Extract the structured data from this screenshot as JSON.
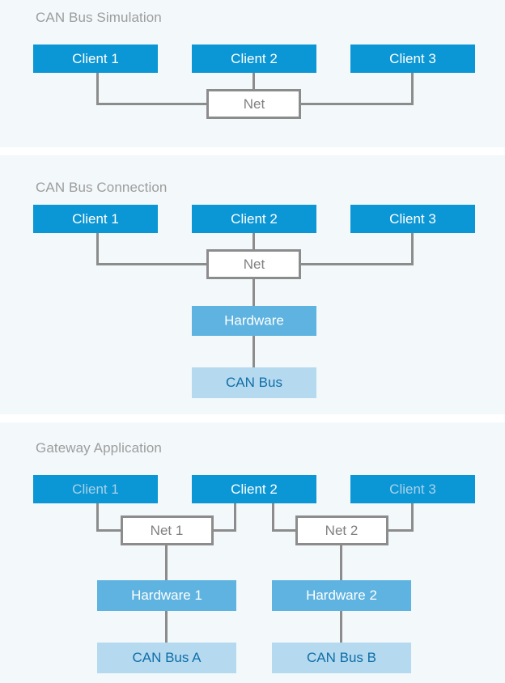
{
  "colors": {
    "panel_background": "#f3f8fb",
    "page_background": "#ffffff",
    "client_blue": "#0b96d5",
    "hardware_blue": "#5fb3e0",
    "canbus_blue": "#b5d9ef",
    "connector_gray": "#8c8c8c",
    "net_fill": "#ffffff",
    "net_border": "#8c8c8c",
    "title_gray": "#9d9d9d",
    "label_white": "#ffffff",
    "label_dimmed": "#a9d2e9",
    "label_net_gray": "#808080",
    "label_canbus": "#0f6fa8"
  },
  "panels": [
    {
      "id": "can-bus-simulation",
      "title": "CAN Bus Simulation",
      "nodes": {
        "client1": "Client 1",
        "client2": "Client 2",
        "client3": "Client 3",
        "net": "Net"
      }
    },
    {
      "id": "can-bus-connection",
      "title": "CAN Bus Connection",
      "nodes": {
        "client1": "Client 1",
        "client2": "Client 2",
        "client3": "Client 3",
        "net": "Net",
        "hardware": "Hardware",
        "canbus": "CAN Bus"
      }
    },
    {
      "id": "gateway-application",
      "title": "Gateway Application",
      "nodes": {
        "client1": "Client 1",
        "client2": "Client 2",
        "client3": "Client 3",
        "net1": "Net 1",
        "net2": "Net 2",
        "hardware1": "Hardware 1",
        "hardware2": "Hardware 2",
        "canbusA": "CAN Bus A",
        "canbusB": "CAN Bus B"
      }
    }
  ]
}
